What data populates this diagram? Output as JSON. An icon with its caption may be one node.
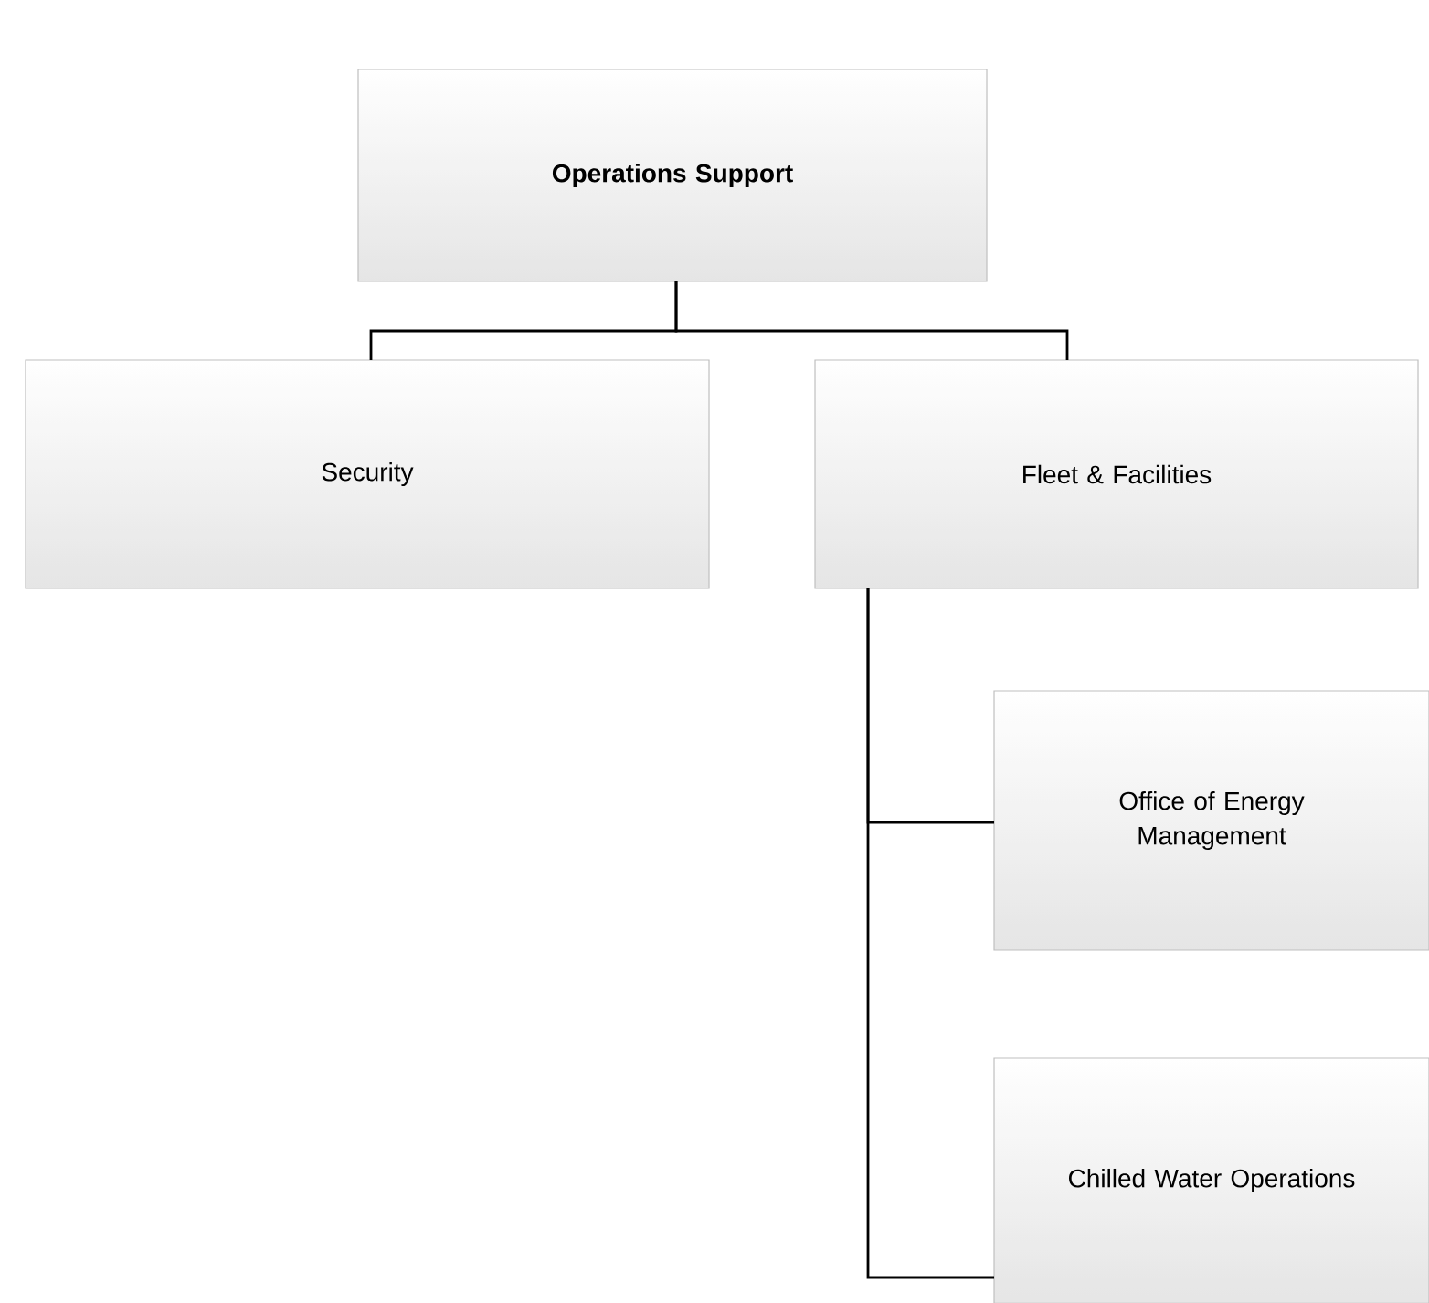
{
  "diagram": {
    "nodes": [
      {
        "text": [
          "Operations Support"
        ]
      },
      {
        "text": [
          "Security"
        ]
      },
      {
        "text": [
          "Fleet & Facilities"
        ]
      },
      {
        "text": [
          "Office of Energy Management"
        ]
      },
      {
        "text": [
          "Chilled Water Operations"
        ]
      }
    ],
    "edges": [
      {
        "from": 0,
        "to": 1,
        "arrow": "none"
      },
      {
        "from": 0,
        "to": 2,
        "arrow": "none"
      },
      {
        "from": 2,
        "to": 3,
        "arrow": "none"
      },
      {
        "from": 2,
        "to": 4,
        "arrow": "none"
      }
    ]
  }
}
